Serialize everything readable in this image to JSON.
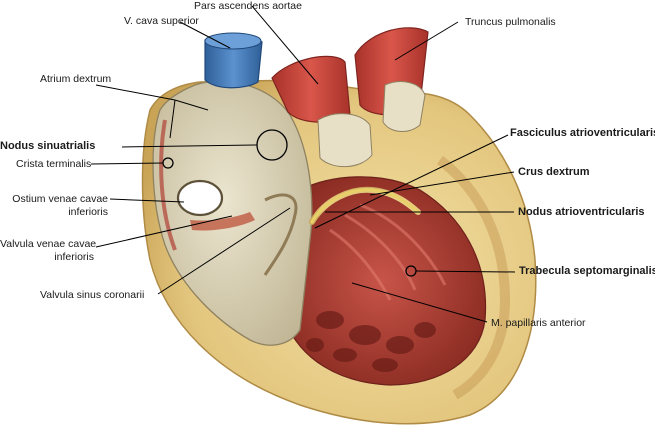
{
  "labels": {
    "pars_ascendens_aortae": "Pars ascendens aortae",
    "v_cava_superior": "V. cava superior",
    "truncus_pulmonalis": "Truncus pulmonalis",
    "atrium_dextrum": "Atrium dextrum",
    "nodus_sinuatrialis": "Nodus sinuatrialis",
    "crista_terminalis": "Crista terminalis",
    "ostium_venae_cavae_1": "Ostium venae cavae",
    "ostium_venae_cavae_2": "inferioris",
    "valvula_venae_cavae_1": "Valvula venae cavae",
    "valvula_venae_cavae_2": "inferioris",
    "valvula_sinus_coronarii": "Valvula sinus coronarii",
    "fasciculus_atrioventricularis": "Fasciculus atrioventricularis",
    "crus_dextrum": "Crus dextrum",
    "nodus_atrioventricularis": "Nodus atrioventricularis",
    "trabecula_septomarginalis": "Trabecula septomarginalis",
    "m_papillaris_anterior": "M. papillaris anterior"
  },
  "colors": {
    "fat": "#e9d38f",
    "fat_dark": "#c9a85a",
    "atrium_wall": "#d9d2b8",
    "muscle": "#b8423a",
    "muscle_dark": "#7e2620",
    "vessel_red": "#c9463c",
    "vena_cava_blue": "#3f78b8",
    "bundle_yellow": "#e7cf6a"
  }
}
